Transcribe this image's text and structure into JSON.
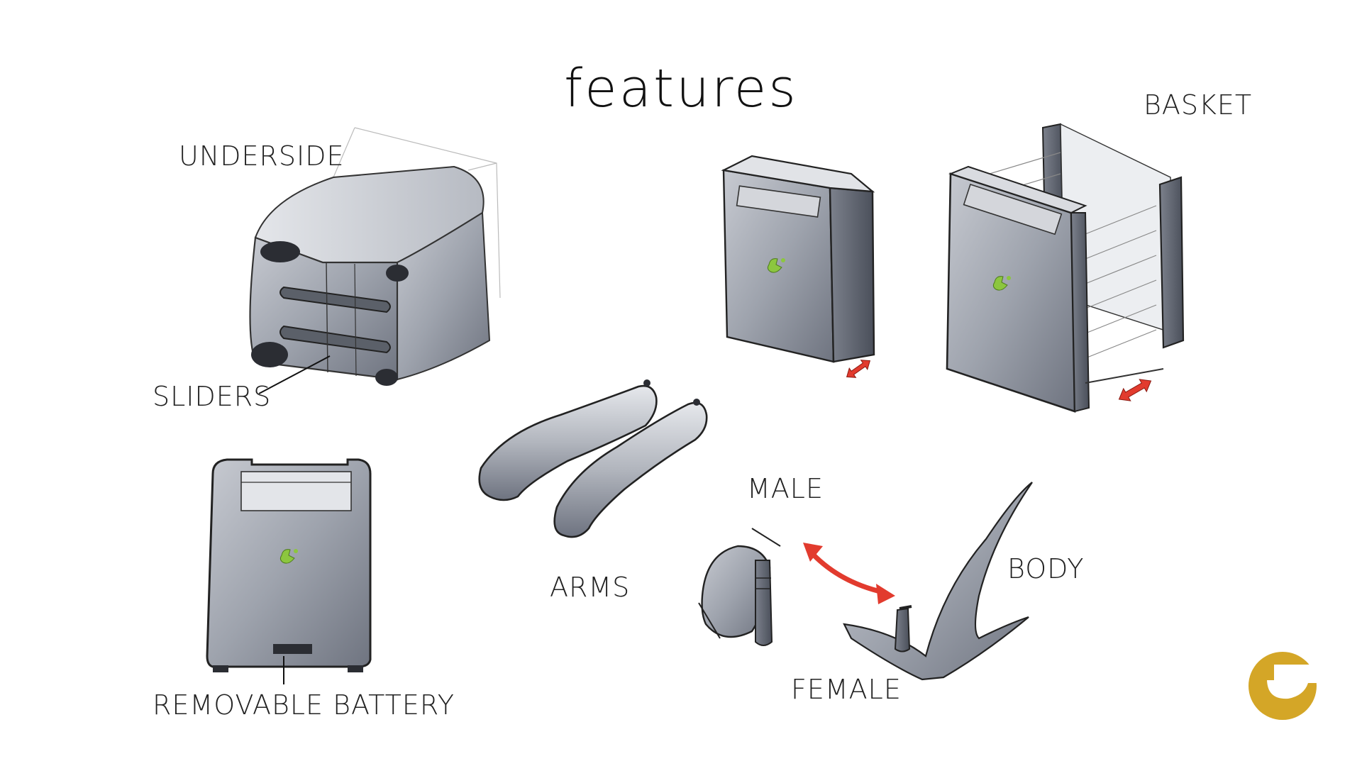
{
  "title": "features",
  "labels": {
    "underside": "UNDERSIDE",
    "sliders": "SLIDERS",
    "basket": "BASKET",
    "arms": "ARMS",
    "male": "MALE",
    "female": "FEMALE",
    "body": "BODY",
    "removable_battery": "REMOVABLE BATTERY"
  },
  "icons": {
    "brand_logo": "crescent-logo-icon",
    "brand_mark": "green-leaf-icon",
    "direction_arrow": "double-arrow-icon"
  },
  "colors": {
    "body_grey": "#9ea3ad",
    "dark_grey": "#4a4f5a",
    "light_grey": "#d6d8dd",
    "outline": "#1e1f24",
    "brand_green": "#8cc63f",
    "arrow_red": "#e23b2e",
    "logo_gold": "#d4a627"
  }
}
